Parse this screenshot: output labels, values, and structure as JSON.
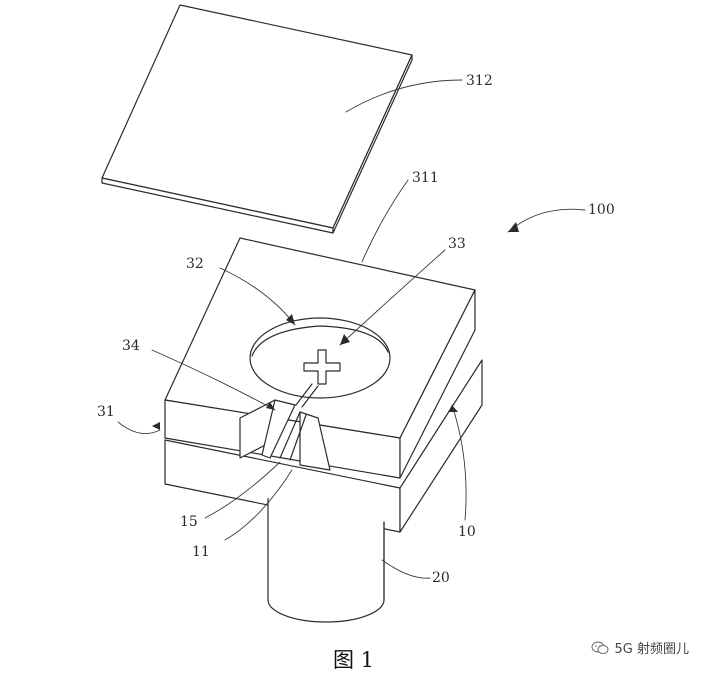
{
  "labels": {
    "l312": "312",
    "l311": "311",
    "l100": "100",
    "l33": "33",
    "l32": "32",
    "l34": "34",
    "l31": "31",
    "l10": "10",
    "l15": "15",
    "l11": "11",
    "l20": "20"
  },
  "caption": "图 1",
  "watermark": {
    "text": "5G 射频圈儿",
    "icon": "wechat-icon"
  }
}
